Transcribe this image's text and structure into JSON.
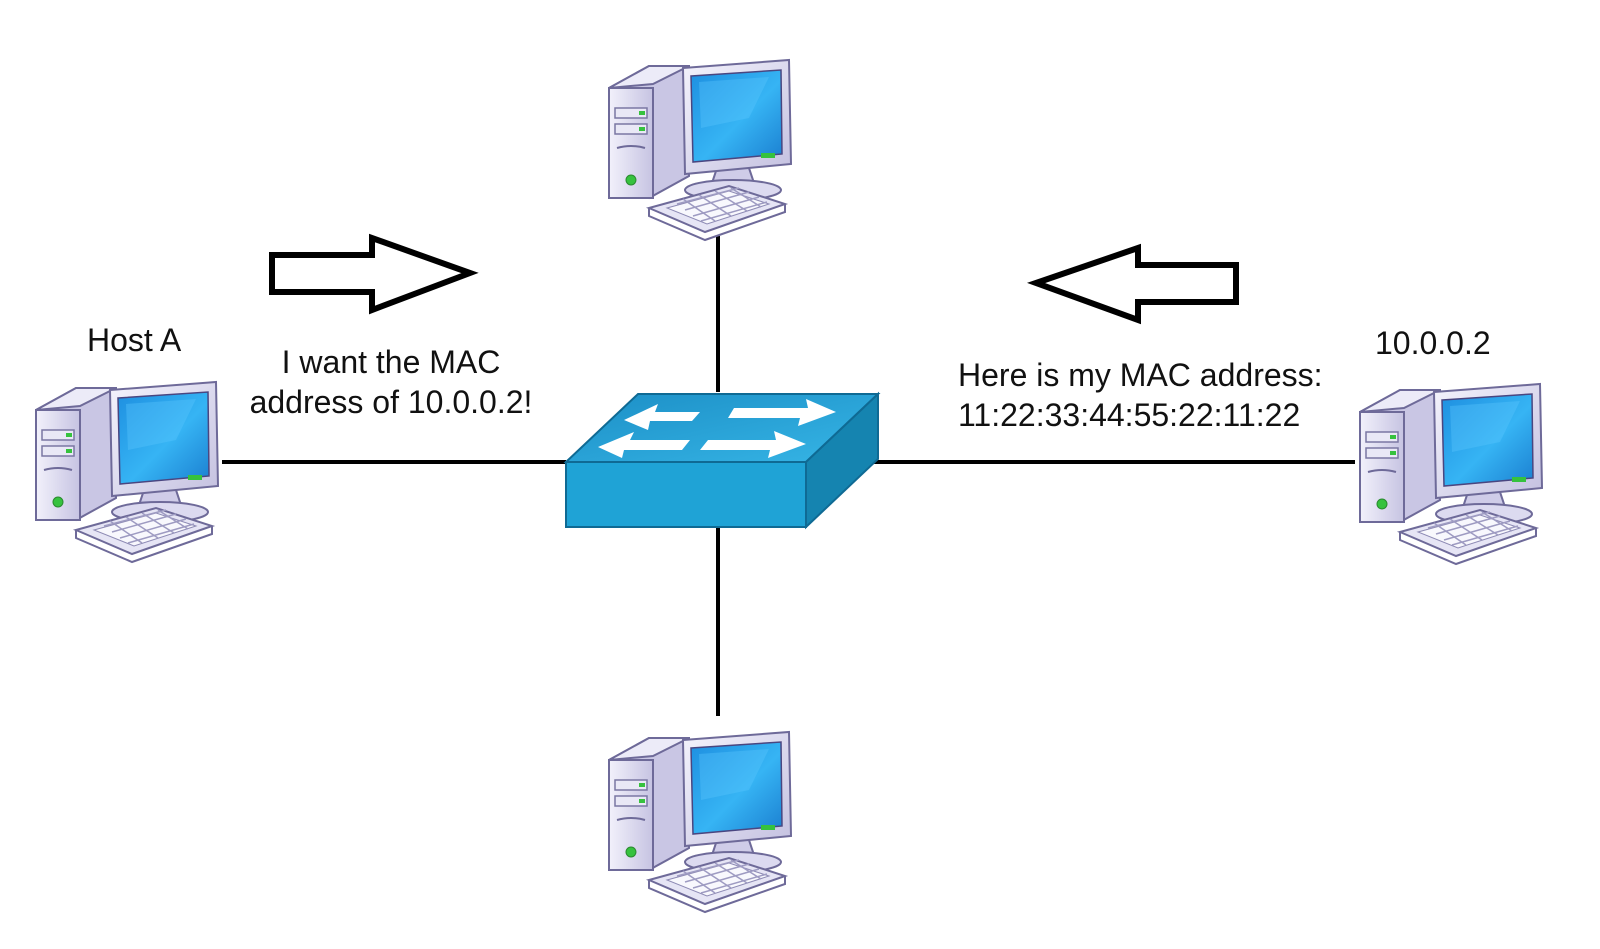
{
  "diagram": {
    "nodes": {
      "host_a": {
        "label": "Host A",
        "icon": "desktop-computer-icon"
      },
      "target_host": {
        "label": "10.0.0.2",
        "icon": "desktop-computer-icon"
      },
      "top_host": {
        "label": "",
        "icon": "desktop-computer-icon"
      },
      "bottom_host": {
        "label": "",
        "icon": "desktop-computer-icon"
      },
      "switch": {
        "label": "",
        "icon": "network-switch-icon"
      }
    },
    "messages": {
      "request": {
        "line1": "I want the MAC",
        "line2": "address of 10.0.0.2!",
        "arrow_direction": "right"
      },
      "reply": {
        "line1": "Here is my MAC address:",
        "line2": "11:22:33:44:55:22:11:22",
        "arrow_direction": "left"
      }
    },
    "colors": {
      "switch_top": "#4ab6e0",
      "switch_front": "#1d9fd0",
      "switch_side": "#1584b0",
      "monitor_screen": "#2ea8ef",
      "computer_case": "#d6d4ec",
      "link_line": "#000000"
    }
  }
}
